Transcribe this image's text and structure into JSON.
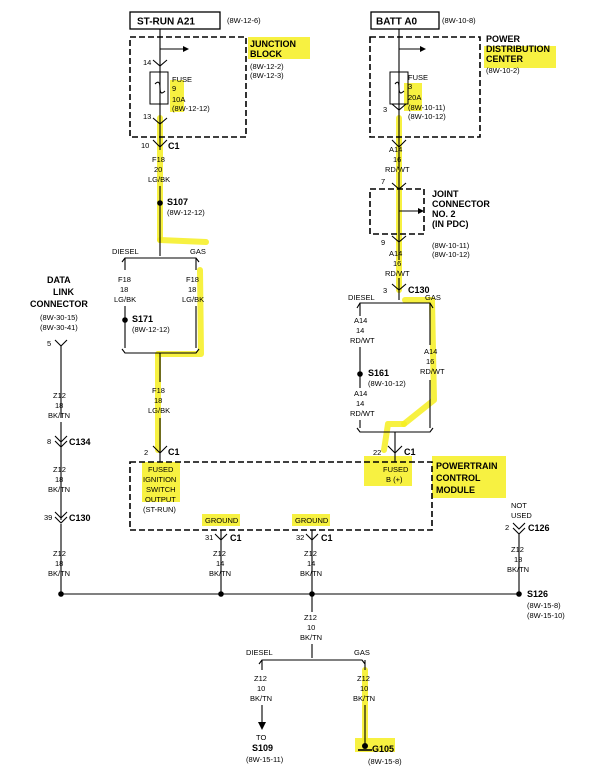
{
  "top": {
    "st_run": {
      "title": "ST-RUN A21",
      "ref": "(8W-12-6)"
    },
    "batt": {
      "title": "BATT A0",
      "ref": "(8W-10-8)"
    }
  },
  "junction_block": {
    "name_line1": "JUNCTION",
    "name_line2": "BLOCK",
    "ref1": "(8W-12-2)",
    "ref2": "(8W-12-3)",
    "pin_top": "14",
    "pin_bottom": "13",
    "fuse": {
      "label": "FUSE",
      "num": "9",
      "rating": "10A",
      "ref": "(8W-12-12)"
    }
  },
  "pdc": {
    "name_line1": "POWER",
    "name_line2": "DISTRIBUTION",
    "name_line3": "CENTER",
    "ref": "(8W-10-2)",
    "pin_bottom": "3",
    "fuse": {
      "label": "FUSE",
      "num": "3",
      "rating": "20A",
      "ref1": "(8W-10-11)",
      "ref2": "(8W-10-12)"
    }
  },
  "left_chain": {
    "c1_pin": "10",
    "c1": "C1",
    "w1": [
      "F18",
      "20",
      "LG/BK"
    ],
    "s107": "S107",
    "s107_ref": "(8W-12-12)",
    "diesel": "DIESEL",
    "gas": "GAS",
    "w_diesel": [
      "F18",
      "18",
      "LG/BK"
    ],
    "w_gas": [
      "F18",
      "18",
      "LG/BK"
    ],
    "s171": "S171",
    "s171_ref": "(8W-12-12)",
    "w_bottom": [
      "F18",
      "18",
      "LG/BK"
    ],
    "pcm_pin": "2",
    "pcm_c1": "C1"
  },
  "right_chain": {
    "w1": [
      "A14",
      "16",
      "RD/WT"
    ],
    "jc_pin_top": "7",
    "jc": {
      "line1": "JOINT",
      "line2": "CONNECTOR",
      "line3": "NO. 2",
      "line4": "(IN PDC)",
      "ref1": "(8W-10-11)",
      "ref2": "(8W-10-12)"
    },
    "jc_pin_bottom": "9",
    "w2": [
      "A14",
      "16",
      "RD/WT"
    ],
    "c130_pin": "3",
    "c130": "C130",
    "diesel": "DIESEL",
    "gas": "GAS",
    "w_diesel": [
      "A14",
      "14",
      "RD/WT"
    ],
    "s161": "S161",
    "s161_ref": "(8W-10-12)",
    "w_diesel2": [
      "A14",
      "14",
      "RD/WT"
    ],
    "w_gas": [
      "A14",
      "16",
      "RD/WT"
    ],
    "pcm_pin": "22",
    "pcm_c1": "C1"
  },
  "pcm": {
    "name_line1": "POWERTRAIN",
    "name_line2": "CONTROL",
    "name_line3": "MODULE",
    "ign": [
      "FUSED",
      "IGNITION",
      "SWITCH",
      "OUTPUT",
      "(ST-RUN)"
    ],
    "fusedb": [
      "FUSED",
      "B (+)"
    ],
    "ground": "GROUND",
    "gnd1_pin": "31",
    "gnd2_pin": "32",
    "c1": "C1"
  },
  "dlc": {
    "line1": "DATA",
    "line2": "LINK",
    "line3": "CONNECTOR",
    "ref1": "(8W-30-15)",
    "ref2": "(8W-30-41)",
    "pin": "5",
    "w1": [
      "Z12",
      "18",
      "BK/TN"
    ],
    "c134_pin": "8",
    "c134": "C134",
    "w2": [
      "Z12",
      "18",
      "BK/TN"
    ],
    "c130_pin": "39",
    "c130": "C130",
    "w3": [
      "Z12",
      "18",
      "BK/TN"
    ]
  },
  "grounds": {
    "w31": [
      "Z12",
      "14",
      "BK/TN"
    ],
    "w32": [
      "Z12",
      "14",
      "BK/TN"
    ],
    "not_used": [
      "NOT",
      "USED"
    ],
    "c126_pin": "2",
    "c126": "C126",
    "w126": [
      "Z12",
      "18",
      "BK/TN"
    ],
    "s126": "S126",
    "s126_ref1": "(8W-15-8)",
    "s126_ref2": "(8W-15-10)",
    "w_main": [
      "Z12",
      "10",
      "BK/TN"
    ],
    "diesel": "DIESEL",
    "gas": "GAS",
    "w_diesel": [
      "Z12",
      "10",
      "BK/TN"
    ],
    "w_gas": [
      "Z12",
      "10",
      "BK/TN"
    ],
    "to": "TO",
    "s109": "S109",
    "s109_ref": "(8W-15-11)",
    "g105": "G105",
    "g105_ref": "(8W-15-8)"
  },
  "colors": {
    "highlight": "#f6ee20",
    "ink": "#000000"
  }
}
